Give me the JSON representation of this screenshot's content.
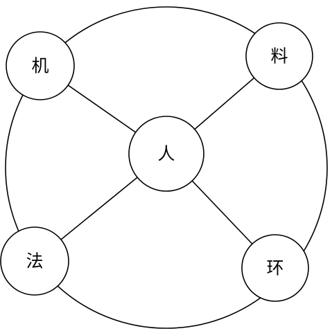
{
  "diagram": {
    "center": {
      "label": "人"
    },
    "top_left": {
      "label": "机"
    },
    "top_right": {
      "label": "料"
    },
    "bottom_left": {
      "label": "法"
    },
    "bottom_right": {
      "label": "环"
    }
  },
  "colors": {
    "line": "#000000",
    "background": "#ffffff"
  }
}
